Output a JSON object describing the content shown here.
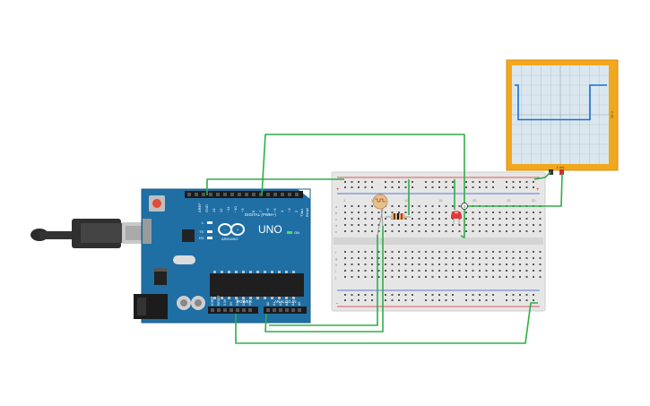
{
  "board": {
    "name": "UNO",
    "brand": "ARDUINO",
    "aref": "AREF",
    "gnd": "GND",
    "digital_label": "DIGITAL (PWM~)",
    "digital_pins": [
      "13",
      "12",
      "~11",
      "~10",
      "~9",
      "8",
      "7",
      "~6",
      "~5",
      "4",
      "~3",
      "2",
      "TX▸1",
      "RX◂0"
    ],
    "tx": "TX",
    "rx": "RX",
    "on": "ON",
    "power_label": "POWER",
    "power_pins": [
      "IOREF",
      "RESET",
      "3.3V",
      "5V",
      "GND",
      "GND",
      "Vin"
    ],
    "analog_label": "ANALOG IN",
    "analog_pins": [
      "A0",
      "A1",
      "A2",
      "A3",
      "A4",
      "A5"
    ],
    "l_led": "L"
  },
  "breadboard": {
    "col_numbers": [
      "1",
      "5",
      "10",
      "15",
      "20",
      "25",
      "30"
    ],
    "row_letters_top": [
      "a",
      "b",
      "c",
      "d",
      "e"
    ],
    "row_letters_bottom": [
      "f",
      "g",
      "h",
      "i",
      "j"
    ],
    "rail_plus": "+",
    "rail_minus": "-"
  },
  "oscilloscope": {
    "bottom_label": "1 ms",
    "side_label": "10 V",
    "waveform": {
      "type": "square",
      "high_fraction_of_span": 0.2,
      "low_fraction_of_span": 0.55
    }
  },
  "led": {
    "marker": "1"
  },
  "colors": {
    "arduino_blue": "#1f6fa5",
    "arduino_dark": "#195d8a",
    "breadboard": "#e6e6e6",
    "wire_green": "#2fae48",
    "scope_frame": "#f2a81d",
    "scope_screen": "#dbe7ee",
    "waveform": "#1a6fd0",
    "rail_red": "#d62b2b",
    "rail_blue": "#2b55c8",
    "led_red": "#e23a3a",
    "ldr_body": "#e7c08a"
  }
}
